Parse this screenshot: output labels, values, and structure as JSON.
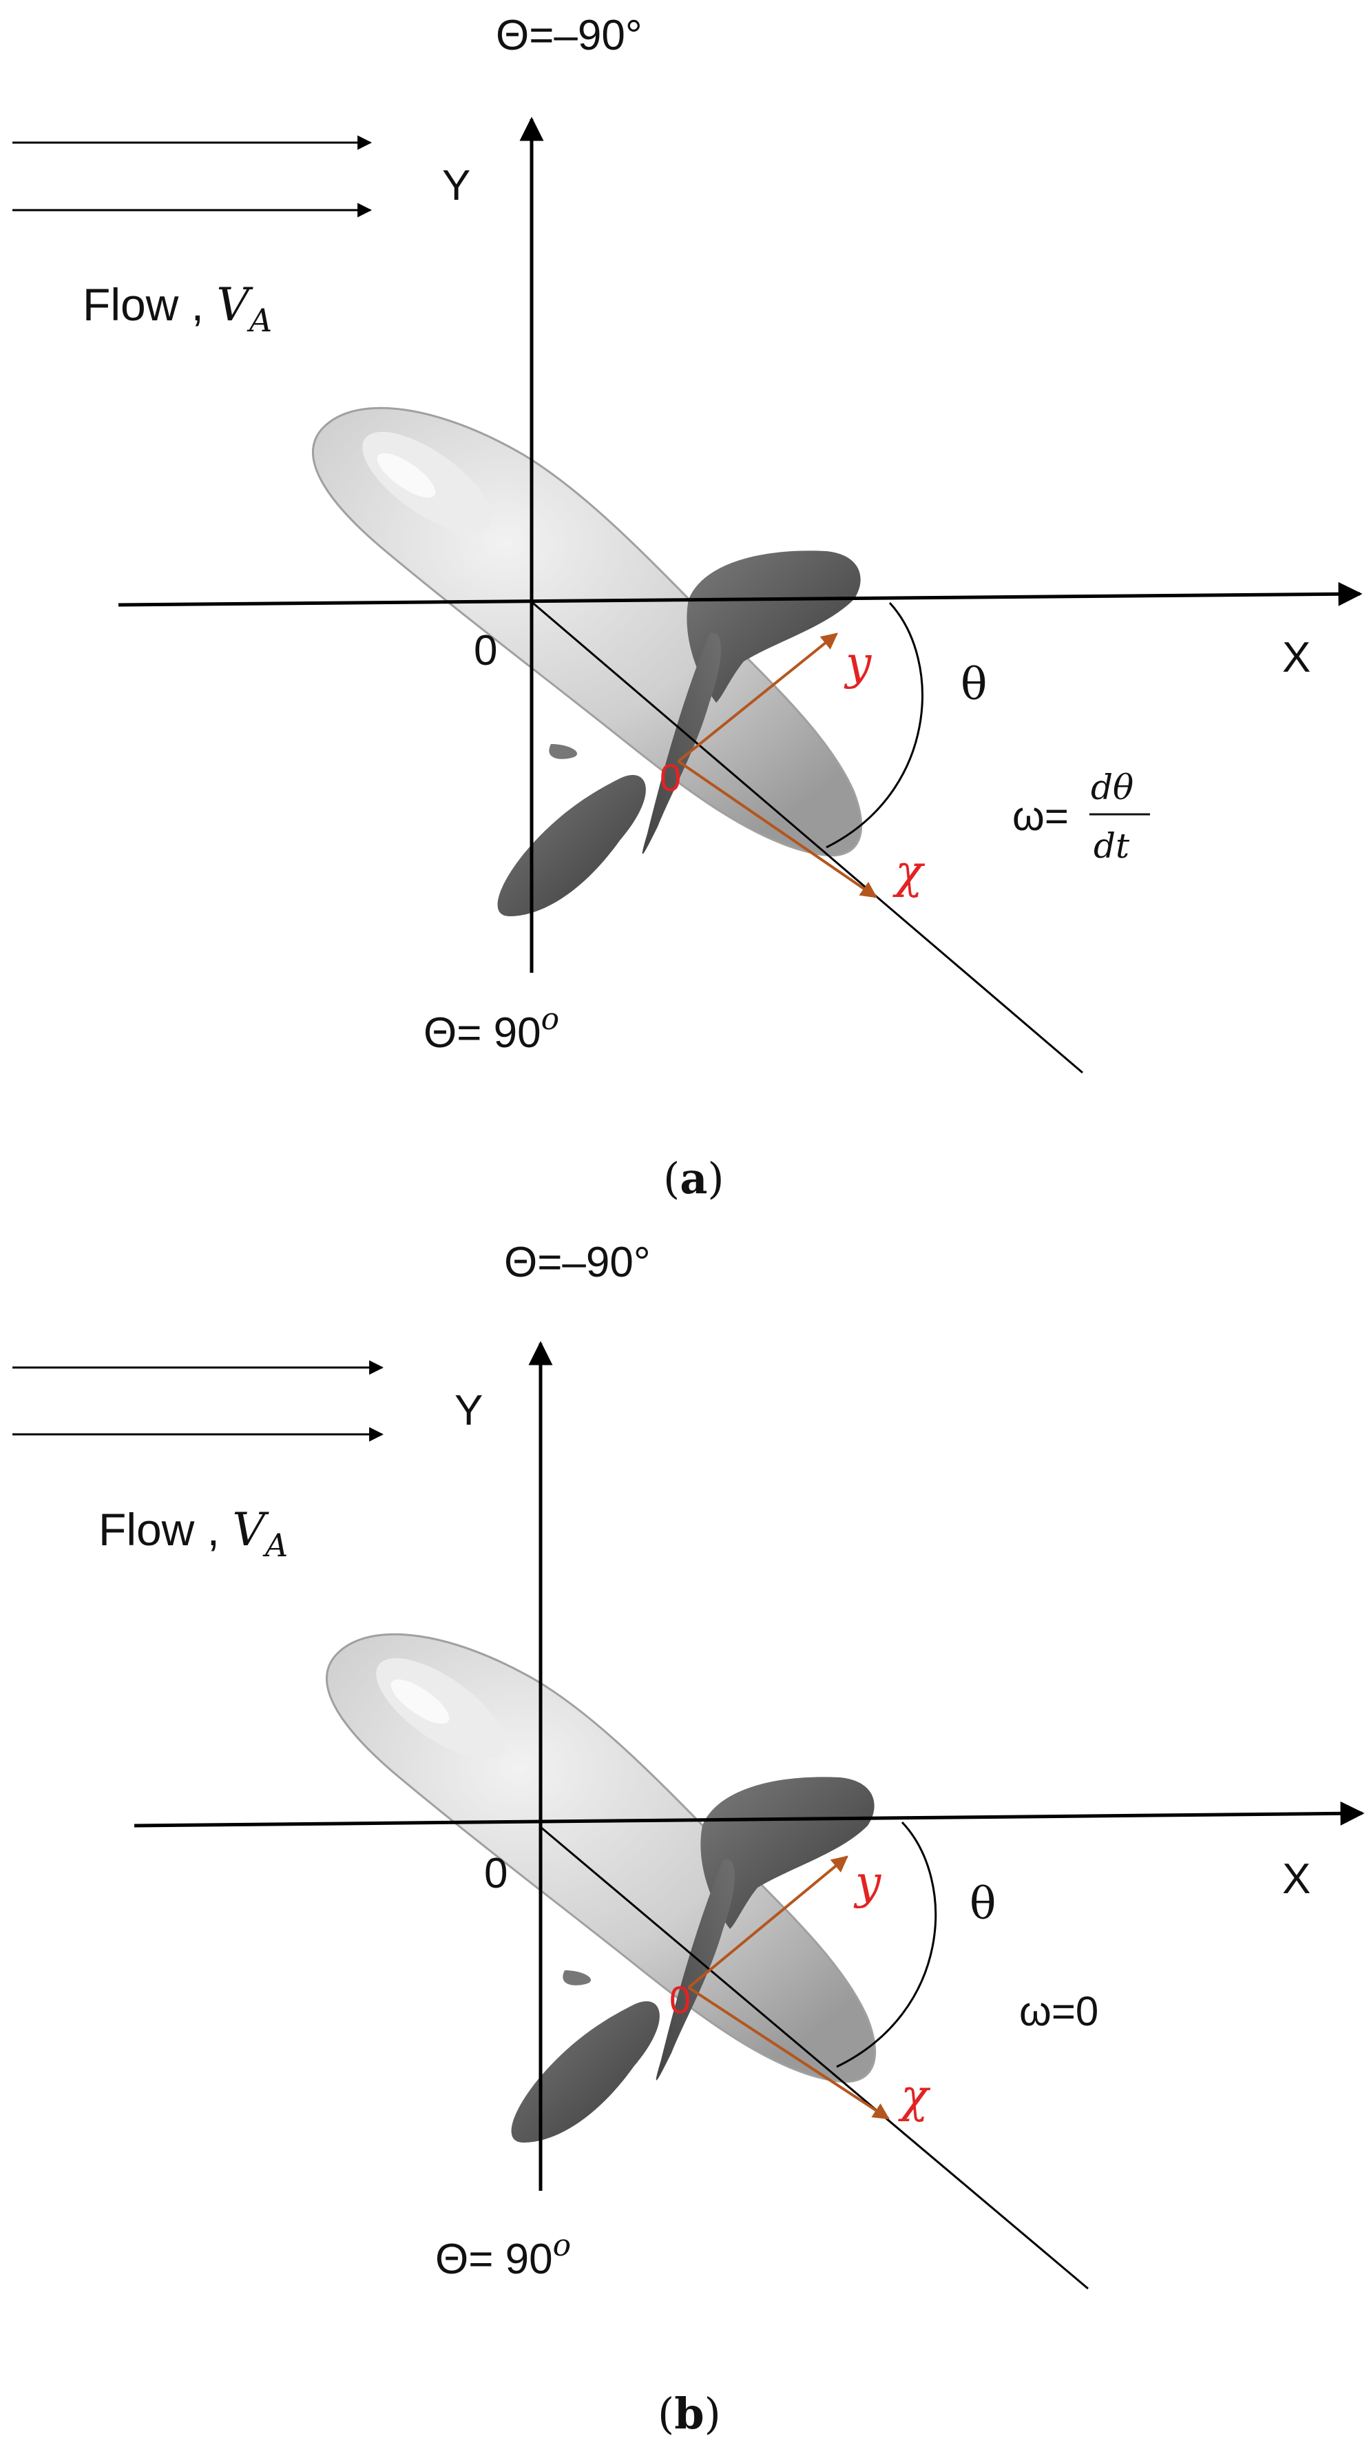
{
  "panels": [
    {
      "id": "a",
      "theta_top": "Θ=–90°",
      "theta_bottom_prefix": "Θ= 90",
      "theta_bottom_sup": "o",
      "axis_y": "Y",
      "axis_x": "X",
      "origin": "0",
      "flow_prefix": "Flow , ",
      "flow_var": "V",
      "flow_sub": "A",
      "body_origin": "0",
      "body_y": "y",
      "body_x": "χ",
      "angle": "θ",
      "omega_prefix": "ω=",
      "omega_num": "dθ",
      "omega_den": "dt",
      "omega_text": "",
      "caption_open": "(",
      "caption_letter": "a",
      "caption_close": ")"
    },
    {
      "id": "b",
      "theta_top": "Θ=–90°",
      "theta_bottom_prefix": "Θ= 90",
      "theta_bottom_sup": "o",
      "axis_y": "Y",
      "axis_x": "X",
      "origin": "0",
      "flow_prefix": "Flow , ",
      "flow_var": "V",
      "flow_sub": "A",
      "body_origin": "0",
      "body_y": "y",
      "body_x": "χ",
      "angle": "θ",
      "omega_prefix": "",
      "omega_num": "",
      "omega_den": "",
      "omega_text": "ω=0",
      "caption_open": "(",
      "caption_letter": "b",
      "caption_close": ")"
    }
  ],
  "colors": {
    "body_axes": "#b4561e",
    "body_labels": "#e32222",
    "hull": "#c8c8c8",
    "blades": "#555555"
  }
}
